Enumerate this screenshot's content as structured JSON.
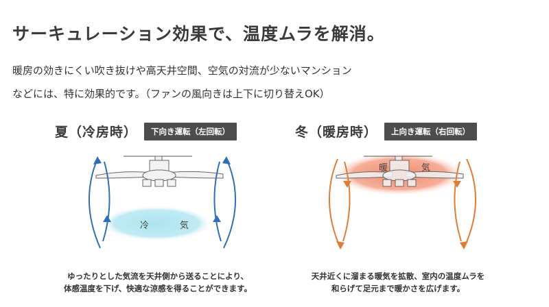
{
  "heading": "サーキュレーション効果で、温度ムラを解消。",
  "description": [
    "暖房の効きにくい吹き抜けや高天井空間、空気の対流が少ないマンション",
    "などには、特に効果的です。（ファンの風向きは上下に切り替えOK）"
  ],
  "summer": {
    "season": "夏（冷房時）",
    "mode": "下向き運転（左回転）",
    "air_left": "冷",
    "air_right": "気",
    "caption": [
      "ゆったりとした気流を天井側から送ることにより、",
      "体感温度を下げ、快適な涼感を得ることができます。"
    ]
  },
  "winter": {
    "season": "冬（暖房時）",
    "mode": "上向き運転（右回転）",
    "air_left": "暖",
    "air_right": "気",
    "caption": [
      "天井近くに溜まる暖気を拡散、室内の温度ムラを",
      "和らげて足元まで暖かさを広げます。"
    ]
  },
  "colors": {
    "summer_arrow": "#2f6fb8",
    "summer_air": "#aee4f0",
    "winter_arrow": "#e07d35",
    "winter_air": "#f28a6e"
  }
}
